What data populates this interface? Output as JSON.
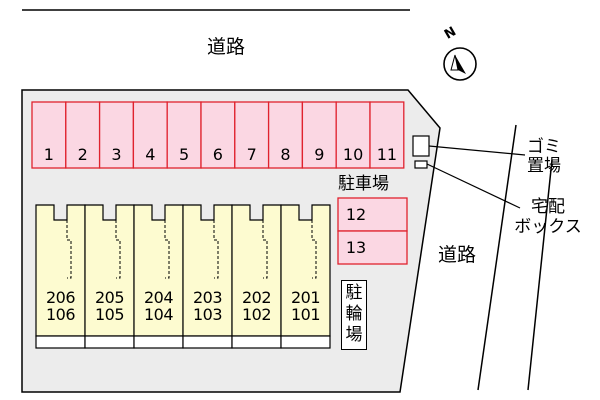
{
  "labels": {
    "road_top": "道路",
    "road_right": "道路",
    "parking": "駐車場",
    "trash_area": "ゴミ\n置場",
    "delivery_box": "宅配\nボックス",
    "bicycle_parking": "駐\n輪\n場"
  },
  "compass": {
    "direction_letter": "N"
  },
  "parking_spaces": [
    "1",
    "2",
    "3",
    "4",
    "5",
    "6",
    "7",
    "8",
    "9",
    "10",
    "11",
    "12",
    "13"
  ],
  "units": [
    {
      "upper": "206",
      "lower": "106"
    },
    {
      "upper": "205",
      "lower": "105"
    },
    {
      "upper": "204",
      "lower": "104"
    },
    {
      "upper": "203",
      "lower": "103"
    },
    {
      "upper": "202",
      "lower": "102"
    },
    {
      "upper": "201",
      "lower": "101"
    }
  ],
  "colors": {
    "parking_fill": "#fbd7e3",
    "parking_stroke": "#e0222e",
    "building_fill": "#fdfbd0",
    "site_fill": "#ececec"
  }
}
